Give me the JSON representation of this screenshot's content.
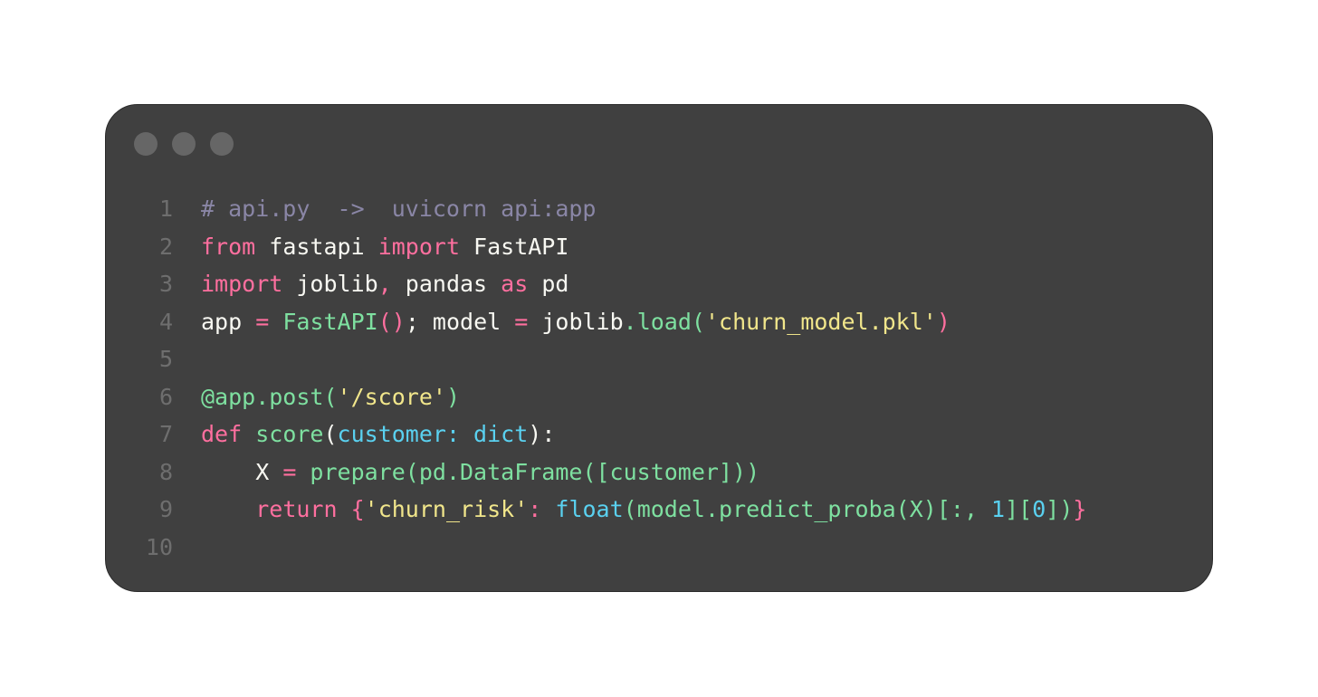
{
  "window": {
    "controls": [
      "close",
      "minimize",
      "maximize"
    ]
  },
  "code": {
    "line_numbers": [
      "1",
      "2",
      "3",
      "4",
      "5",
      "6",
      "7",
      "8",
      "9",
      "10"
    ],
    "lines": [
      [
        {
          "t": "# api.py  ->  uvicorn api:app",
          "c": "comment"
        }
      ],
      [
        {
          "t": "from",
          "c": "kw"
        },
        {
          "t": " fastapi ",
          "c": "txt"
        },
        {
          "t": "import",
          "c": "kw"
        },
        {
          "t": " FastAPI",
          "c": "txt"
        }
      ],
      [
        {
          "t": "import",
          "c": "kw"
        },
        {
          "t": " joblib",
          "c": "txt"
        },
        {
          "t": ",",
          "c": "op"
        },
        {
          "t": " pandas ",
          "c": "txt"
        },
        {
          "t": "as",
          "c": "kw"
        },
        {
          "t": " pd",
          "c": "txt"
        }
      ],
      [
        {
          "t": "app ",
          "c": "txt"
        },
        {
          "t": "=",
          "c": "op"
        },
        {
          "t": " ",
          "c": "txt"
        },
        {
          "t": "FastAPI",
          "c": "fn"
        },
        {
          "t": "()",
          "c": "op"
        },
        {
          "t": "; model ",
          "c": "txt"
        },
        {
          "t": "=",
          "c": "op"
        },
        {
          "t": " joblib",
          "c": "txt"
        },
        {
          "t": ".load(",
          "c": "fn"
        },
        {
          "t": "'churn_model.pkl'",
          "c": "str"
        },
        {
          "t": ")",
          "c": "op"
        }
      ],
      [],
      [
        {
          "t": "@app.post(",
          "c": "fn"
        },
        {
          "t": "'/score'",
          "c": "str"
        },
        {
          "t": ")",
          "c": "fn"
        }
      ],
      [
        {
          "t": "def",
          "c": "kw"
        },
        {
          "t": " ",
          "c": "txt"
        },
        {
          "t": "score",
          "c": "fn"
        },
        {
          "t": "(",
          "c": "txt"
        },
        {
          "t": "customer: dict",
          "c": "param"
        },
        {
          "t": "):",
          "c": "txt"
        }
      ],
      [
        {
          "t": "    X ",
          "c": "txt"
        },
        {
          "t": "=",
          "c": "op"
        },
        {
          "t": " prepare(pd.DataFrame([customer]))",
          "c": "fn"
        }
      ],
      [
        {
          "t": "    ",
          "c": "txt"
        },
        {
          "t": "return",
          "c": "kw"
        },
        {
          "t": " ",
          "c": "txt"
        },
        {
          "t": "{",
          "c": "op"
        },
        {
          "t": "'churn_risk'",
          "c": "str"
        },
        {
          "t": ": ",
          "c": "op"
        },
        {
          "t": "float",
          "c": "param"
        },
        {
          "t": "(model.predict_proba(X)[:, ",
          "c": "fn"
        },
        {
          "t": "1",
          "c": "num"
        },
        {
          "t": "][",
          "c": "fn"
        },
        {
          "t": "0",
          "c": "num"
        },
        {
          "t": "])",
          "c": "fn"
        },
        {
          "t": "}",
          "c": "op"
        }
      ],
      []
    ]
  }
}
